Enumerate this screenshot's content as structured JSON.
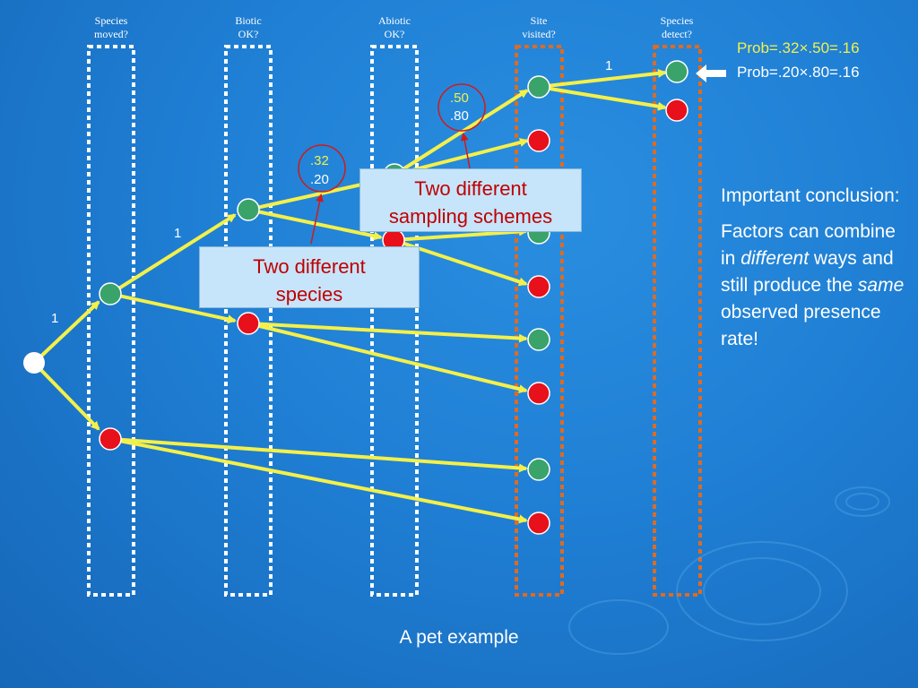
{
  "columns": [
    {
      "line1": "Species",
      "line2": "moved?"
    },
    {
      "line1": "Biotic",
      "line2": "OK?"
    },
    {
      "line1": "Abiotic",
      "line2": "OK?"
    },
    {
      "line1": "Site",
      "line2": "visited?"
    },
    {
      "line1": "Species",
      "line2": "detect?"
    }
  ],
  "colors": {
    "accent_orange": "#e06a20",
    "line_yellow": "#f4f04a",
    "present_green": "#3aa36a",
    "absent_red": "#e8101a",
    "callout_bg": "#c6e5fb",
    "callout_text": "#c00000"
  },
  "path_labels": {
    "start_to_moved": "1",
    "moved_to_biotic": "1",
    "visited_to_detect": "1"
  },
  "probabilities": {
    "abiotic_species1": ".32",
    "abiotic_species2": ".20",
    "visit_scheme1": ".50",
    "visit_scheme2": ".80"
  },
  "results": {
    "line1": "Prob=.32×.50=.16",
    "line2": "Prob=.20×.80=.16"
  },
  "callouts": {
    "schemes": {
      "line1": "Two different",
      "line2": "sampling schemes"
    },
    "species": {
      "line1": "Two different",
      "line2": "species"
    }
  },
  "conclusion": {
    "heading": "Important conclusion:",
    "text_1": "Factors can combine in ",
    "text_italic_1": "different",
    "text_2": " ways and still produce the ",
    "text_italic_2": "same",
    "text_3": " observed presence rate!"
  },
  "footer": "A pet example"
}
